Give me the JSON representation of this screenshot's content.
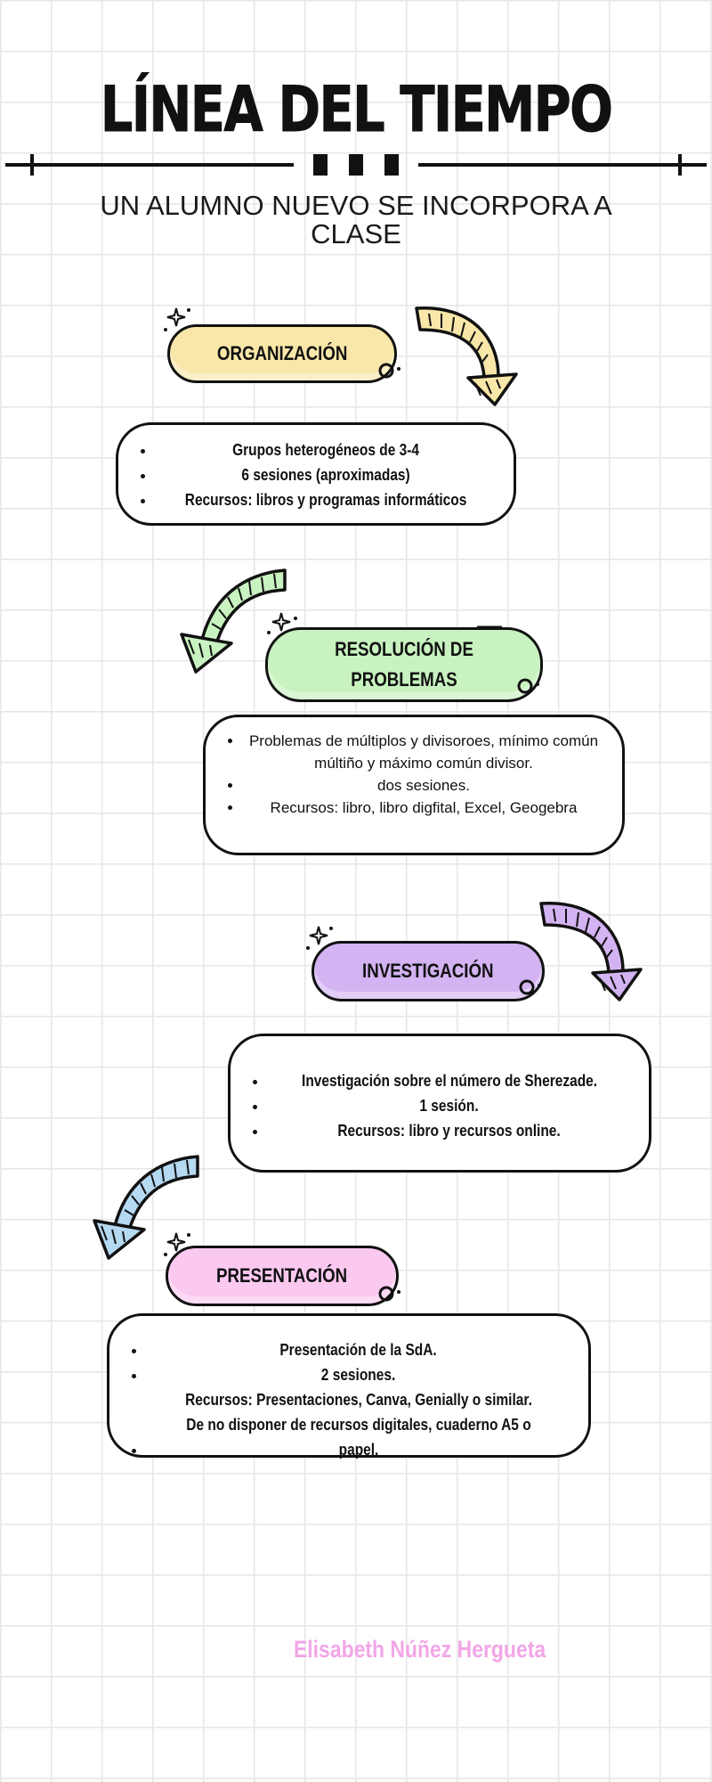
{
  "title": "LÍNEA DEL TIEMPO",
  "subtitle": "UN ALUMNO NUEVO SE INCORPORA A CLASE",
  "colors": {
    "yellow": "#f8e7a8",
    "green": "#c8f2c0",
    "purple": "#d3b3f2",
    "pink": "#fbc8f0",
    "blue": "#b6d9f2",
    "author": "#f2a6e6"
  },
  "sections": [
    {
      "heading": "ORGANIZACIÓN",
      "items": [
        "Grupos heterogéneos de 3-4",
        "6 sesiones (aproximadas)",
        "Recursos: libros y programas informáticos"
      ]
    },
    {
      "heading": "RESOLUCIÓN DE PROBLEMAS",
      "items": [
        "Problemas de múltiplos y divisoroes, mínimo común múltiño y máximo común divisor.",
        "dos sesiones.",
        "Recursos: libro, libro digfital, Excel, Geogebra"
      ]
    },
    {
      "heading": "INVESTIGACIÓN",
      "items": [
        "Investigación sobre el número de Sherezade.",
        "1 sesión.",
        "Recursos: libro y recursos online."
      ]
    },
    {
      "heading": "PRESENTACIÓN",
      "items": [
        "Presentación de la SdA.",
        "2 sesiones.",
        "Recursos: Presentaciones, Canva, Genially o similar. De no disponer de recursos digitales, cuaderno A5 o papel."
      ]
    }
  ],
  "author": "Elisabeth Núñez Hergueta"
}
